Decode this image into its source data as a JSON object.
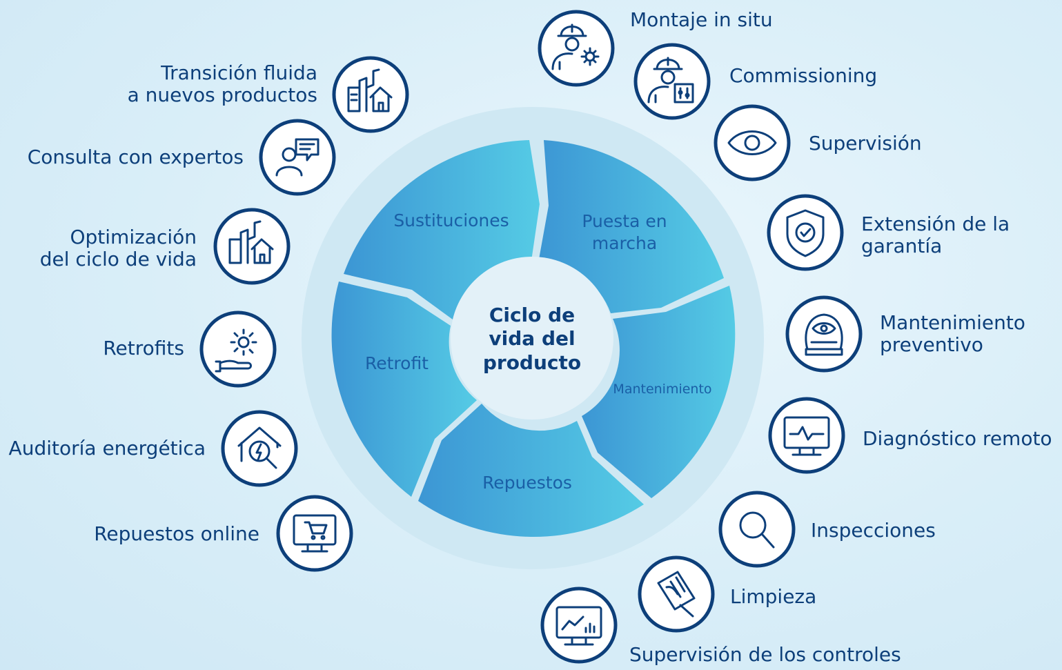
{
  "center": {
    "line1": "Ciclo de",
    "line2": "vida del",
    "line3": "producto"
  },
  "segments": {
    "sustituciones": "Sustituciones",
    "puesta1": "Puesta en",
    "puesta2": "marcha",
    "mantenimiento": "Mantenimiento",
    "repuestos": "Repuestos",
    "retrofit": "Retrofit"
  },
  "services_left": {
    "transicion1": "Transición fluida",
    "transicion2": "a nuevos productos",
    "consulta": "Consulta con expertos",
    "optimizacion1": "Optimización",
    "optimizacion2": "del ciclo de vida",
    "retrofits": "Retrofits",
    "auditoria": "Auditoría energética",
    "repuestos_online": "Repuestos online"
  },
  "services_right": {
    "montaje": "Montaje in situ",
    "commissioning": "Commissioning",
    "supervision": "Supervisión",
    "extension1": "Extensión de la",
    "extension2": "garantía",
    "mantenimiento1": "Mantenimiento",
    "mantenimiento2": "preventivo",
    "diagnostico": "Diagnóstico remoto",
    "inspecciones": "Inspecciones",
    "limpieza": "Limpieza",
    "supervision_controles": "Supervisión de los controles"
  },
  "colors": {
    "navy": "#0d3f7a",
    "ring": "#cde7f2",
    "segment_dark": "#3e9bd6",
    "segment_light": "#54c8e4"
  }
}
